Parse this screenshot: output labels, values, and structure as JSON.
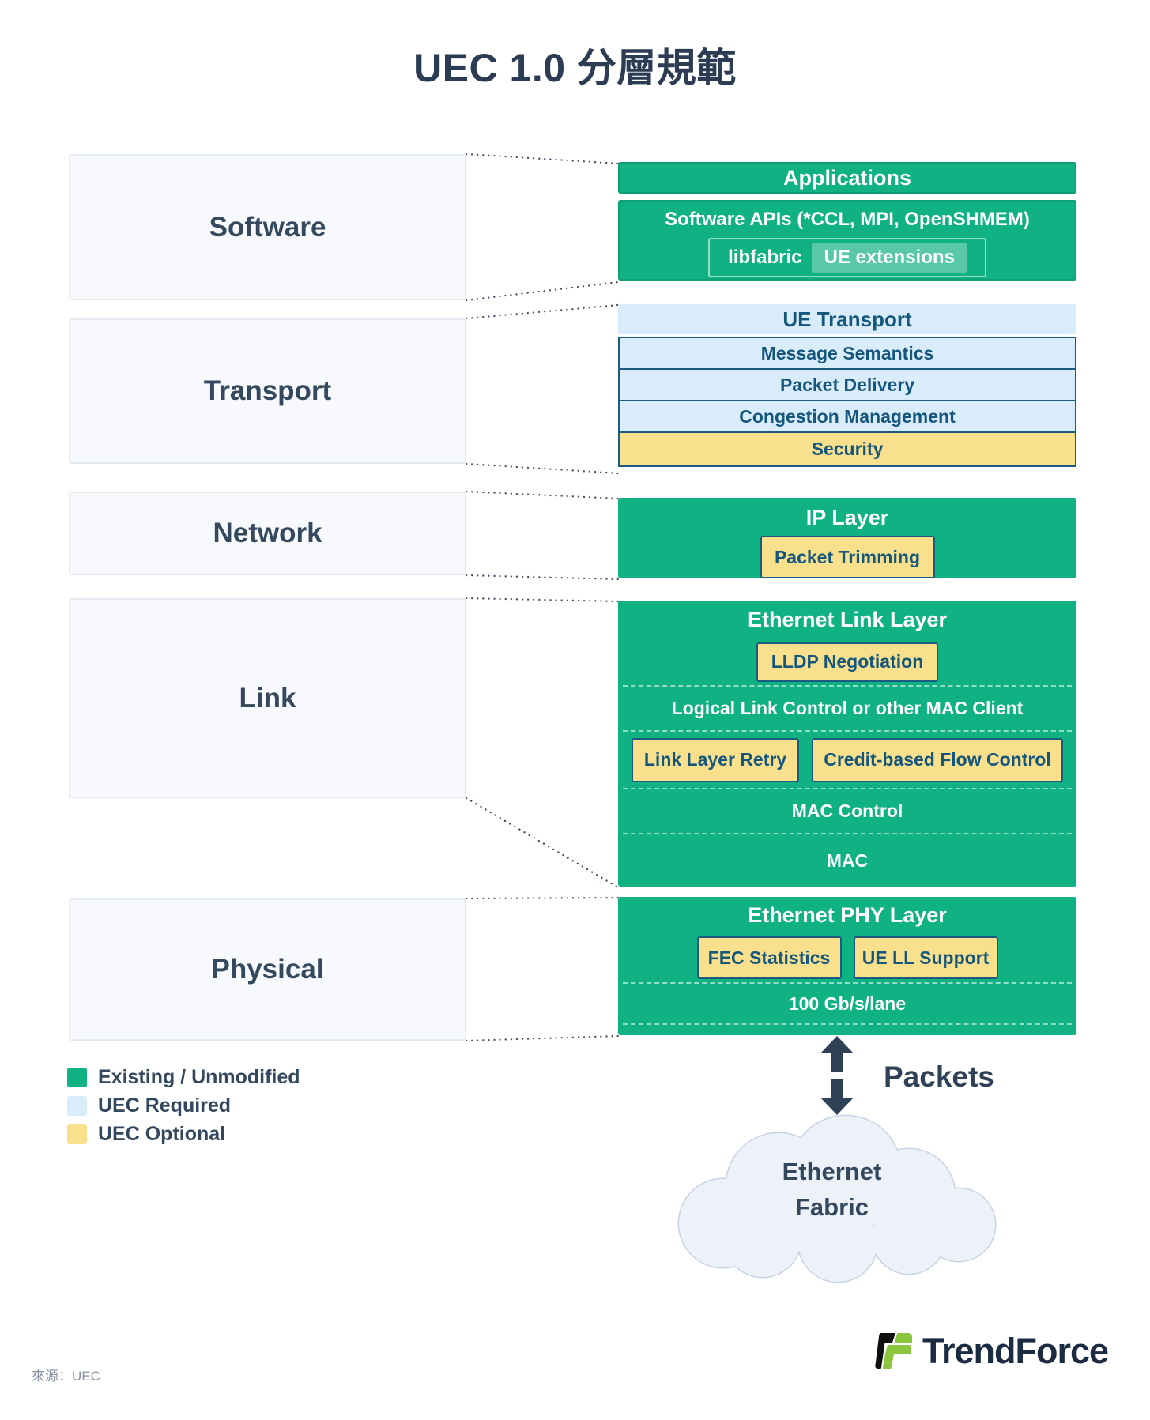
{
  "title": "UEC 1.0 分層規範",
  "layers": {
    "software": "Software",
    "transport": "Transport",
    "network": "Network",
    "link": "Link",
    "physical": "Physical"
  },
  "software_stack": {
    "applications": "Applications",
    "apis": "Software APIs (*CCL, MPI, OpenSHMEM)",
    "libfabric": "libfabric",
    "ue_extensions": "UE extensions"
  },
  "transport_stack": {
    "header": "UE Transport",
    "rows": [
      "Message Semantics",
      "Packet Delivery",
      "Congestion Management"
    ],
    "security": "Security"
  },
  "network_stack": {
    "header": "IP Layer",
    "packet_trimming": "Packet Trimming"
  },
  "link_stack": {
    "header": "Ethernet Link Layer",
    "lldp": "LLDP Negotiation",
    "llc": "Logical Link Control or other MAC Client",
    "link_layer_retry": "Link Layer Retry",
    "credit_flow": "Credit-based Flow Control",
    "mac_control": "MAC Control",
    "mac": "MAC"
  },
  "phy_stack": {
    "header": "Ethernet PHY Layer",
    "fec": "FEC Statistics",
    "ue_ll": "UE LL Support",
    "speed": "100 Gb/s/lane"
  },
  "legend": [
    {
      "label": "Existing / Unmodified",
      "color": "#10B183"
    },
    {
      "label": "UEC Required",
      "color": "#D9ECFA"
    },
    {
      "label": "UEC Optional",
      "color": "#F8E08C"
    }
  ],
  "packets_label": "Packets",
  "cloud": {
    "line1": "Ethernet",
    "line2": "Fabric"
  },
  "source": "來源：UEC",
  "brand": "TrendForce",
  "colors": {
    "green": "#10B183",
    "light_blue": "#D9ECFA",
    "yellow": "#F8E08C",
    "blue_border": "#1C5B80",
    "blue_text": "#15567D",
    "navy_text": "#33485E",
    "brand_green": "#8CC63E"
  }
}
